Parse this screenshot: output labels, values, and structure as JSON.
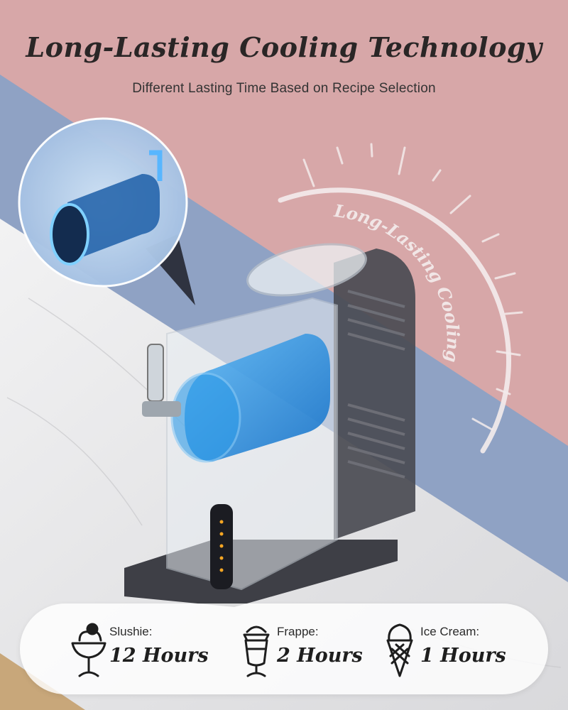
{
  "header": {
    "title": "Long-Lasting Cooling Technology",
    "subtitle": "Different Lasting Time Based on Recipe Selection"
  },
  "badge": {
    "arc_text": "Long-Lasting Cooling"
  },
  "stats": [
    {
      "label": "Slushie:",
      "value": "12 Hours",
      "icon": "sundae-icon"
    },
    {
      "label": "Frappe:",
      "value": "2 Hours",
      "icon": "frappe-cup-icon"
    },
    {
      "label": "Ice Cream:",
      "value": "1 Hours",
      "icon": "ice-cream-cone-icon"
    }
  ],
  "colors": {
    "pink": "#d7a7a8",
    "blue": "#8fa2c4",
    "marble": "#e9e9ea",
    "device_blue": "#1f8fe0",
    "text": "#2a2626"
  }
}
